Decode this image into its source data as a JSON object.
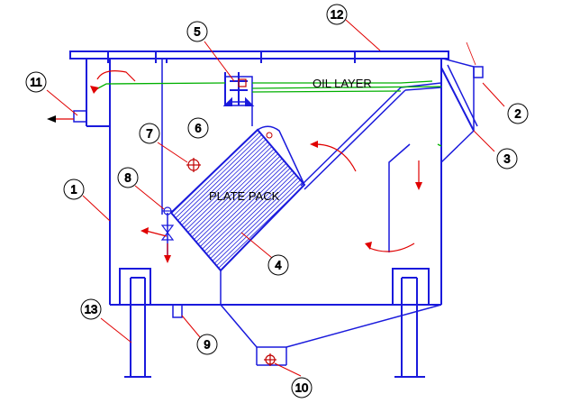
{
  "labels": {
    "oil_layer": "OIL LAYER",
    "plate_pack": "PLATE PACK"
  },
  "callouts": {
    "c1": "1",
    "c2": "2",
    "c3": "3",
    "c4": "4",
    "c5": "5",
    "c6": "6",
    "c7": "7",
    "c8": "8",
    "c9": "9",
    "c10": "10",
    "c11": "11",
    "c12": "12",
    "c13": "13"
  },
  "colors": {
    "structure": "#1a1adc",
    "leader": "#e00000",
    "oil": "#00b000",
    "hatch": "#1a1adc"
  }
}
